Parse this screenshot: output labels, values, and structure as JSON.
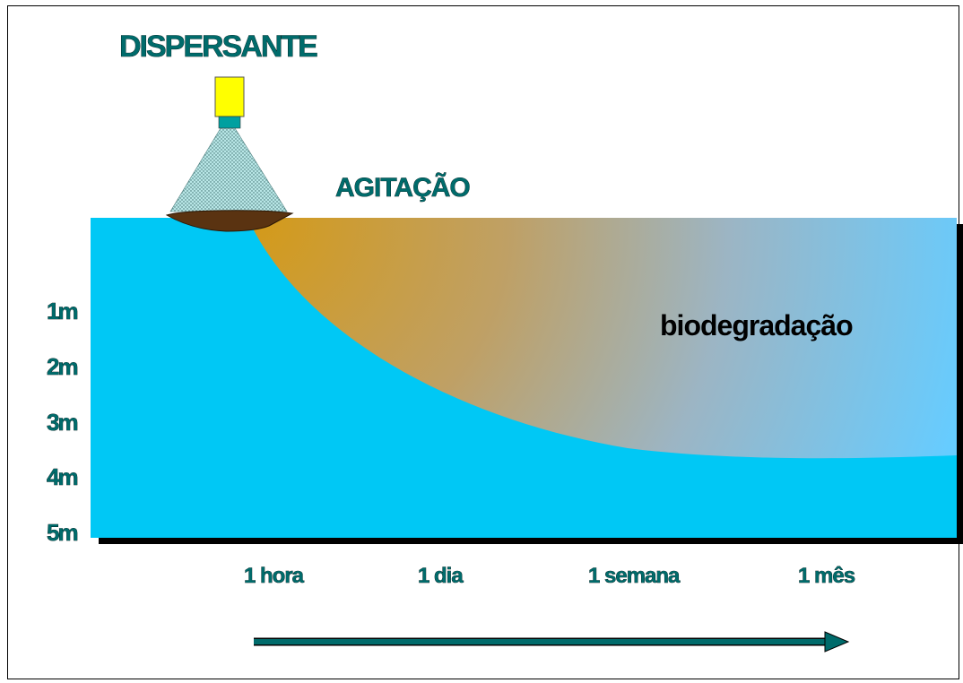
{
  "title": "DISPERSANTE",
  "agitation_label": "AGITAÇÃO",
  "biodegradation_label": "biodegradação",
  "depth_labels": [
    "1m",
    "2m",
    "3m",
    "4m",
    "5m"
  ],
  "time_labels": [
    "1 hora",
    "1 dia",
    "1 semana",
    "1 mês"
  ],
  "colors": {
    "water": "#00c8f5",
    "text_teal": "#006b6b",
    "oil_slick": "#5a3311",
    "sprayer_body": "#ffff00",
    "sprayer_nozzle": "#00a0a0",
    "plume_brown": "#c8901e",
    "plume_light": "#66ccff",
    "arrow": "#006b6b"
  }
}
